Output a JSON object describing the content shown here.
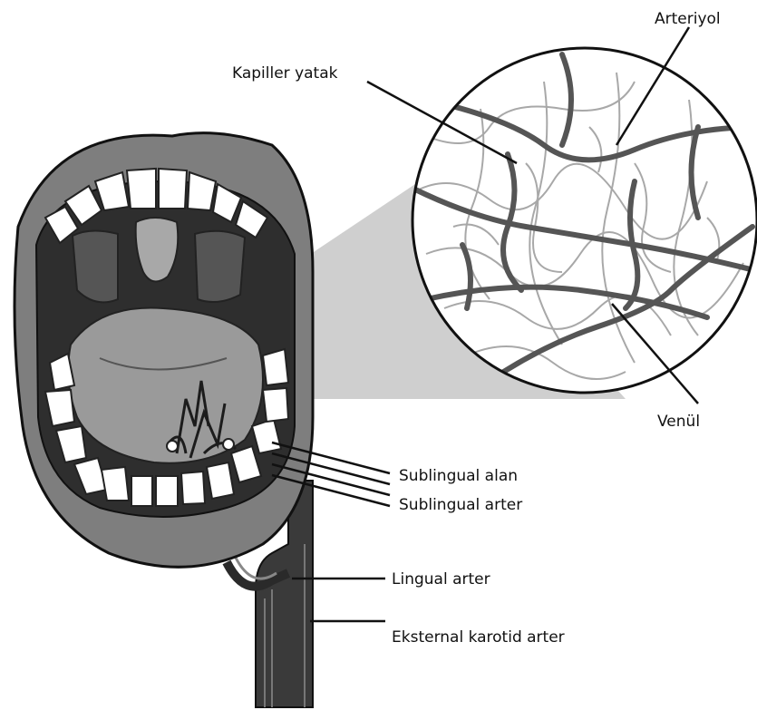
{
  "labels": {
    "arteriole": "Arteriyol",
    "capillary_bed": "Kapiller yatak",
    "venule": "Venül",
    "sublingual_area": "Sublingual alan",
    "sublingual_artery": "Sublingual arter",
    "lingual_artery": "Lingual arter",
    "external_carotid_artery": "Eksternal karotid arter"
  },
  "colors": {
    "ink": "#1a1a1a",
    "lip": "#8a8a8a",
    "throat": "#3c3c3c",
    "tongue": "#9a9a9a",
    "tooth": "#ffffff",
    "vessel": "#5a5a5a",
    "capillary": "#a0a0a0",
    "magnifier_cone": "#c9c9c9"
  }
}
